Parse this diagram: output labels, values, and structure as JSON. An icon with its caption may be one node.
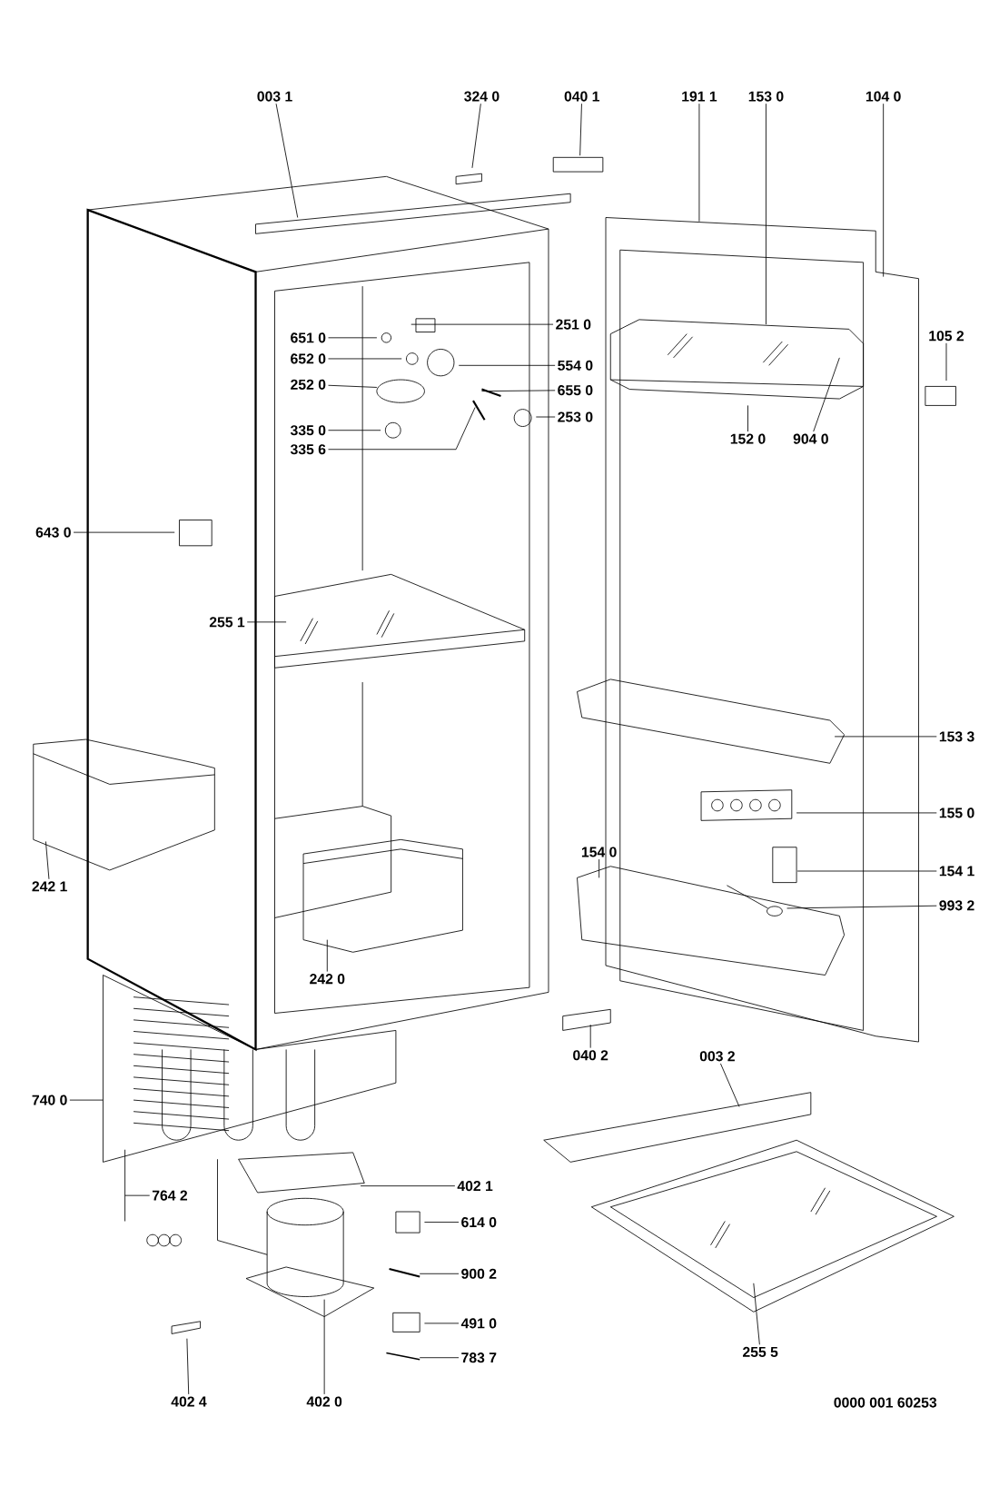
{
  "diagram": {
    "nodes": [
      {
        "text": [
          "003 1"
        ]
      },
      {
        "text": [
          "324 0"
        ]
      },
      {
        "text": [
          "040 1"
        ]
      },
      {
        "text": [
          "191 1"
        ]
      },
      {
        "text": [
          "153 0"
        ]
      },
      {
        "text": [
          "104 0"
        ]
      },
      {
        "text": [
          "251 0"
        ]
      },
      {
        "text": [
          "105 2"
        ]
      },
      {
        "text": [
          "651 0"
        ]
      },
      {
        "text": [
          "652 0"
        ]
      },
      {
        "text": [
          "554 0"
        ]
      },
      {
        "text": [
          "252 0"
        ]
      },
      {
        "text": [
          "655 0"
        ]
      },
      {
        "text": [
          "253 0"
        ]
      },
      {
        "text": [
          "335 0"
        ]
      },
      {
        "text": [
          "152 0"
        ]
      },
      {
        "text": [
          "904 0"
        ]
      },
      {
        "text": [
          "335 6"
        ]
      },
      {
        "text": [
          "643 0"
        ]
      },
      {
        "text": [
          "255 1"
        ]
      },
      {
        "text": [
          "153 3"
        ]
      },
      {
        "text": [
          "155 0"
        ]
      },
      {
        "text": [
          "154 0"
        ]
      },
      {
        "text": [
          "154 1"
        ]
      },
      {
        "text": [
          "242 1"
        ]
      },
      {
        "text": [
          "993 2"
        ]
      },
      {
        "text": [
          "242 0"
        ]
      },
      {
        "text": [
          "040 2"
        ]
      },
      {
        "text": [
          "003 2"
        ]
      },
      {
        "text": [
          "740 0"
        ]
      },
      {
        "text": [
          "402 1"
        ]
      },
      {
        "text": [
          "764 2"
        ]
      },
      {
        "text": [
          "614 0"
        ]
      },
      {
        "text": [
          "900 2"
        ]
      },
      {
        "text": [
          "491 0"
        ]
      },
      {
        "text": [
          "255 5"
        ]
      },
      {
        "text": [
          "783 7"
        ]
      },
      {
        "text": [
          "402 4"
        ]
      },
      {
        "text": [
          "402 0"
        ]
      }
    ],
    "edges": [
      {
        "from": 0,
        "to": null,
        "arrow": "none"
      },
      {
        "from": 1,
        "to": null,
        "arrow": "none"
      },
      {
        "from": 2,
        "to": null,
        "arrow": "none"
      },
      {
        "from": 3,
        "to": null,
        "arrow": "none"
      },
      {
        "from": 4,
        "to": null,
        "arrow": "none"
      },
      {
        "from": 5,
        "to": null,
        "arrow": "none"
      },
      {
        "from": 6,
        "to": null,
        "arrow": "none"
      },
      {
        "from": 7,
        "to": null,
        "arrow": "none"
      },
      {
        "from": 8,
        "to": null,
        "arrow": "none"
      },
      {
        "from": 9,
        "to": null,
        "arrow": "none"
      },
      {
        "from": 10,
        "to": null,
        "arrow": "none"
      },
      {
        "from": 11,
        "to": null,
        "arrow": "none"
      },
      {
        "from": 12,
        "to": null,
        "arrow": "none"
      },
      {
        "from": 13,
        "to": null,
        "arrow": "none"
      },
      {
        "from": 14,
        "to": null,
        "arrow": "none"
      },
      {
        "from": 15,
        "to": null,
        "arrow": "none"
      },
      {
        "from": 16,
        "to": null,
        "arrow": "none"
      },
      {
        "from": 17,
        "to": null,
        "arrow": "none"
      },
      {
        "from": 18,
        "to": null,
        "arrow": "none"
      },
      {
        "from": 19,
        "to": null,
        "arrow": "none"
      },
      {
        "from": 20,
        "to": null,
        "arrow": "none"
      },
      {
        "from": 21,
        "to": null,
        "arrow": "none"
      },
      {
        "from": 22,
        "to": null,
        "arrow": "none"
      },
      {
        "from": 23,
        "to": null,
        "arrow": "none"
      },
      {
        "from": 24,
        "to": null,
        "arrow": "none"
      },
      {
        "from": 25,
        "to": null,
        "arrow": "none"
      },
      {
        "from": 26,
        "to": null,
        "arrow": "none"
      },
      {
        "from": 27,
        "to": null,
        "arrow": "none"
      },
      {
        "from": 28,
        "to": null,
        "arrow": "none"
      },
      {
        "from": 29,
        "to": null,
        "arrow": "none"
      },
      {
        "from": 30,
        "to": null,
        "arrow": "none"
      },
      {
        "from": 31,
        "to": null,
        "arrow": "none"
      },
      {
        "from": 32,
        "to": null,
        "arrow": "none"
      },
      {
        "from": 33,
        "to": null,
        "arrow": "none"
      },
      {
        "from": 34,
        "to": null,
        "arrow": "none"
      },
      {
        "from": 35,
        "to": null,
        "arrow": "none"
      },
      {
        "from": 36,
        "to": null,
        "arrow": "none"
      },
      {
        "from": 37,
        "to": null,
        "arrow": "none"
      },
      {
        "from": 38,
        "to": null,
        "arrow": "none"
      }
    ],
    "labels": [
      "0000 001 60253"
    ]
  }
}
